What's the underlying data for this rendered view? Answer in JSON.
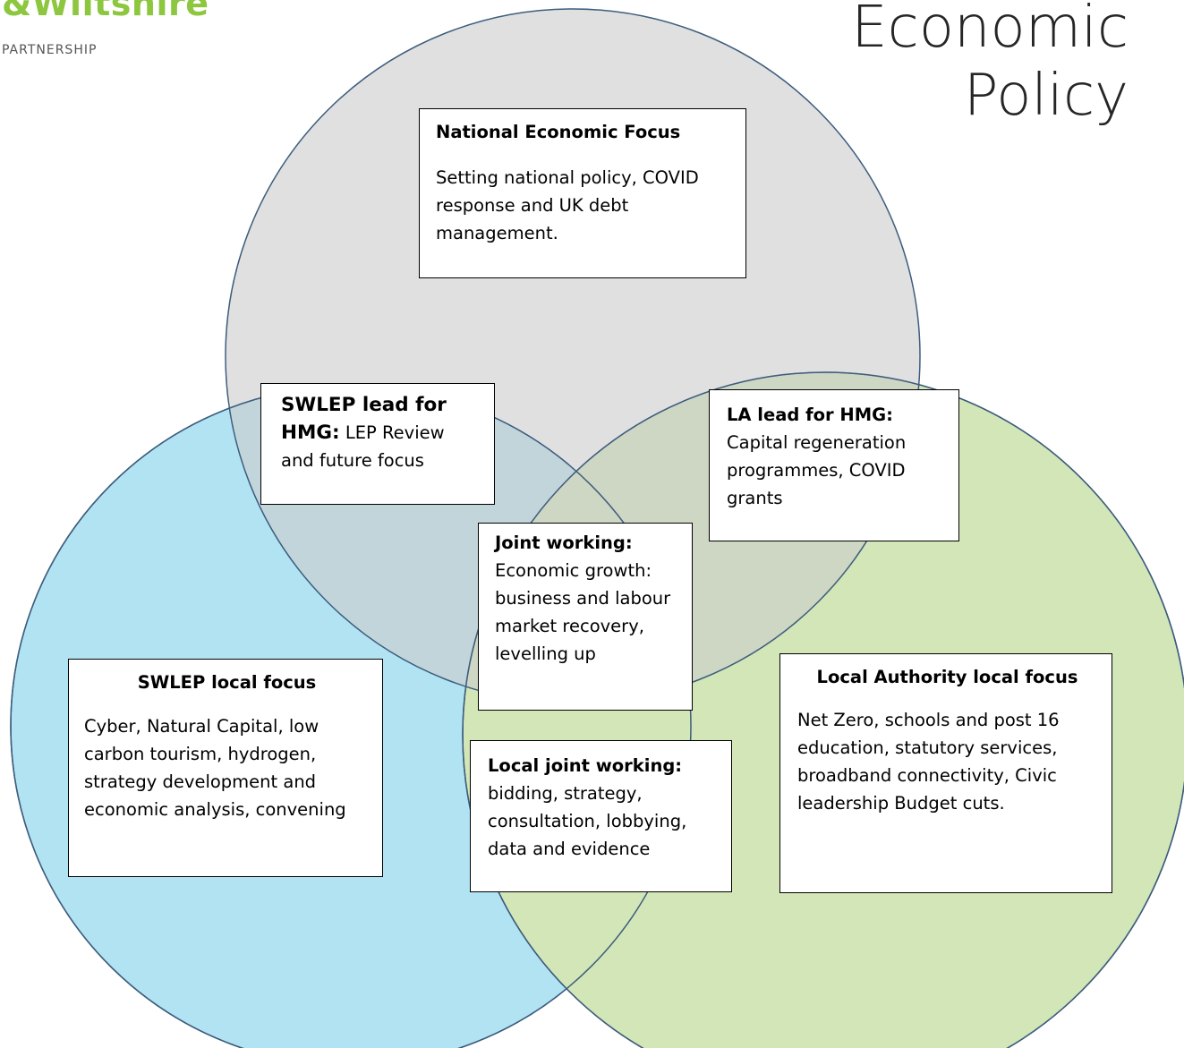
{
  "logo": {
    "name_text": "&Wiltshire",
    "sub_text": "PARTNERSHIP"
  },
  "title": {
    "line1": "Economic",
    "line2": "Policy"
  },
  "colors": {
    "national_circle": "#cccccc",
    "swlep_circle": "#b2e3f3",
    "la_circle": "#d3e6b8",
    "circle_outline": "#3d5d7d",
    "logo_green": "#8dc63f"
  },
  "boxes": {
    "national_focus": {
      "heading": "National Economic Focus",
      "body": "Setting national policy, COVID response and UK debt management."
    },
    "swlep_lead": {
      "heading": "SWLEP lead for HMG:",
      "body": " LEP Review and future focus"
    },
    "la_lead": {
      "heading": "LA lead for HMG:",
      "body": " Capital regeneration programmes, COVID grants"
    },
    "joint_working": {
      "heading": "Joint working:",
      "body": " Economic growth: business and labour market recovery, levelling up"
    },
    "swlep_local": {
      "heading": "SWLEP local focus",
      "body": "Cyber, Natural Capital, low carbon tourism, hydrogen, strategy development and economic analysis, convening"
    },
    "local_joint_working": {
      "heading": "Local joint working:",
      "body": " bidding, strategy, consultation, lobbying, data and evidence"
    },
    "la_local": {
      "heading": "Local Authority local focus",
      "body": "Net Zero, schools and post 16 education, statutory services, broadband connectivity,  Civic leadership Budget cuts."
    }
  }
}
